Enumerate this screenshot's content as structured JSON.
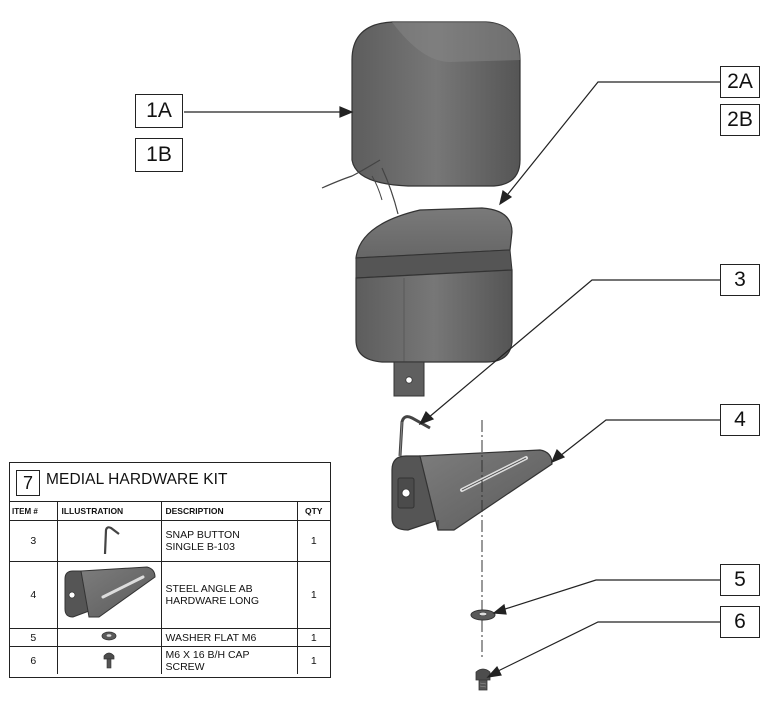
{
  "callouts": [
    {
      "id": "1A",
      "label": "1A"
    },
    {
      "id": "1B",
      "label": "1B"
    },
    {
      "id": "2A",
      "label": "2A"
    },
    {
      "id": "2B",
      "label": "2B"
    },
    {
      "id": "3",
      "label": "3"
    },
    {
      "id": "4",
      "label": "4"
    },
    {
      "id": "5",
      "label": "5"
    },
    {
      "id": "6",
      "label": "6"
    }
  ],
  "kit": {
    "number": "7",
    "title": "MEDIAL HARDWARE KIT",
    "headers": {
      "item": "ITEM #",
      "illustration": "ILLUSTRATION",
      "description": "DESCRIPTION",
      "qty": "QTY"
    },
    "rows": [
      {
        "item": "3",
        "desc_line1": "SNAP BUTTON",
        "desc_line2": "SINGLE B-103",
        "qty": "1",
        "icon": "snap-button-icon"
      },
      {
        "item": "4",
        "desc_line1": "STEEL ANGLE AB",
        "desc_line2": "HARDWARE LONG",
        "qty": "1",
        "icon": "steel-angle-icon"
      },
      {
        "item": "5",
        "desc_line1": "WASHER FLAT M6",
        "desc_line2": "",
        "qty": "1",
        "icon": "washer-icon"
      },
      {
        "item": "6",
        "desc_line1": "M6 X 16 B/H CAP",
        "desc_line2": "SCREW",
        "qty": "1",
        "icon": "screw-icon"
      }
    ]
  },
  "colors": {
    "part_fill": "#6b6b6b",
    "part_dark": "#4a4a4a",
    "part_light": "#8a8a8a",
    "line": "#222222"
  }
}
